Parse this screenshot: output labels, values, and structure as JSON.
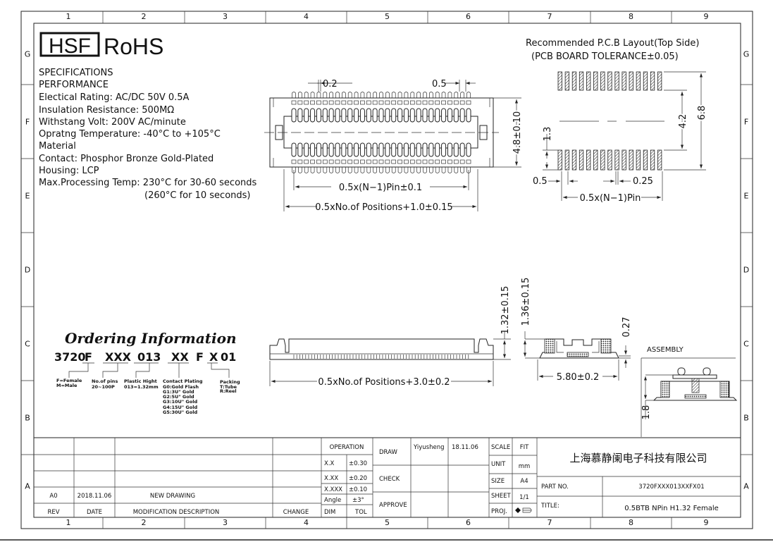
{
  "grid": {
    "columns": [
      "1",
      "2",
      "3",
      "4",
      "5",
      "6",
      "7",
      "8",
      "9"
    ],
    "rows": [
      "G",
      "F",
      "E",
      "D",
      "C",
      "B",
      "A"
    ]
  },
  "logo": {
    "hsf": "HSF",
    "rohs": "RoHS"
  },
  "specs": {
    "lines": [
      "SPECIFICATIONS",
      "PERFORMANCE",
      "Electical Rating: AC/DC 50V 0.5A",
      "Insulation Resistance:   500MΩ",
      "Withstang Volt: 200V AC/minute",
      "Opratng Temperature: -40°C to +105°C",
      "Material",
      "Contact: Phosphor Bronze Gold-Plated",
      "Housing: LCP",
      "Max.Processing Temp: 230°C for 30-60 seconds"
    ],
    "continuation": "(260°C for 10 seconds)"
  },
  "top_view": {
    "dim_pin_width": "0.2",
    "dim_pitch": "0.5",
    "dim_height": "4.8±0.10",
    "dim_pin_span": "0.5x(N−1)Pin±0.1",
    "dim_body_length": "0.5xNo.of  Positions+1.0±0.15"
  },
  "pcb_layout": {
    "title": "Recommended P.C.B Layout(Top Side)",
    "subtitle": "(PCB BOARD TOLERANCE±0.05)",
    "dim_inner": "4.2",
    "dim_outer": "6.8",
    "dim_pad_length": "1.3",
    "dim_pitch": "0.5",
    "dim_pad_width": "0.25",
    "dim_span": "0.5x(N−1)Pin"
  },
  "side_view": {
    "dim_height": "1.32±0.15",
    "dim_length": "0.5xNo.of  Positions+3.0±0.2"
  },
  "end_view": {
    "dim_height": "1.36±0.15",
    "dim_standoff": "0.27",
    "dim_width": "5.80±0.2"
  },
  "assembly": {
    "label": "ASSEMBLY",
    "dim_height": "1.8"
  },
  "ordering": {
    "title": "Ordering Information",
    "code": [
      "3720",
      "F",
      "XXX",
      "013",
      "XX",
      "F",
      "X",
      "01"
    ],
    "gender": [
      "F=Female",
      "M=Male"
    ],
    "pins": [
      "No.of  pins",
      "20~100P"
    ],
    "height": [
      "Plastic  Hight",
      "013=1.32mm"
    ],
    "plating": [
      "Contact  Plating",
      "G0:Gold  Flash",
      "G1:3U\"  Gold",
      "G2:5U\"  Gold",
      "G3:10U\"  Gold",
      "G4:15U\"  Gold",
      "G5:30U\"  Gold"
    ],
    "packing": [
      "Packing",
      "T:Tube",
      "R:Reel"
    ]
  },
  "title_block": {
    "revision": {
      "rev": "A0",
      "date": "2018.11.06",
      "description": "NEW DRAWING"
    },
    "headers": {
      "rev": "REV",
      "date": "DATE",
      "description": "MODIFICATION  DESCRIPTION",
      "change": "CHANGE"
    },
    "operation": "OPERATION",
    "tolerances": [
      {
        "dim": "X.X",
        "tol": "±0.30"
      },
      {
        "dim": "X.XX",
        "tol": "±0.20"
      },
      {
        "dim": "X.XXX",
        "tol": "±0.10"
      },
      {
        "dim": "Angle",
        "tol": "±3°"
      }
    ],
    "dim_header": "DIM",
    "tol_header": "TOL",
    "draw": "DRAW",
    "check": "CHECK",
    "approve": "APPROVE",
    "drawer": "Yiyusheng",
    "draw_date": "18.11.06",
    "scale_label": "SCALE",
    "scale": "FIT",
    "unit_label": "UNIT",
    "unit": "mm",
    "size_label": "SIZE",
    "size": "A4",
    "sheet_label": "SHEET",
    "sheet": "1/1",
    "proj_label": "PROJ.",
    "company": "上海慕静阑电子科技有限公司",
    "part_no_label": "PART  NO.",
    "part_no": "3720FXXX013XXFX01",
    "title_label": "TITLE:",
    "title": "0.5BTB  NPin  H1.32  Female"
  }
}
